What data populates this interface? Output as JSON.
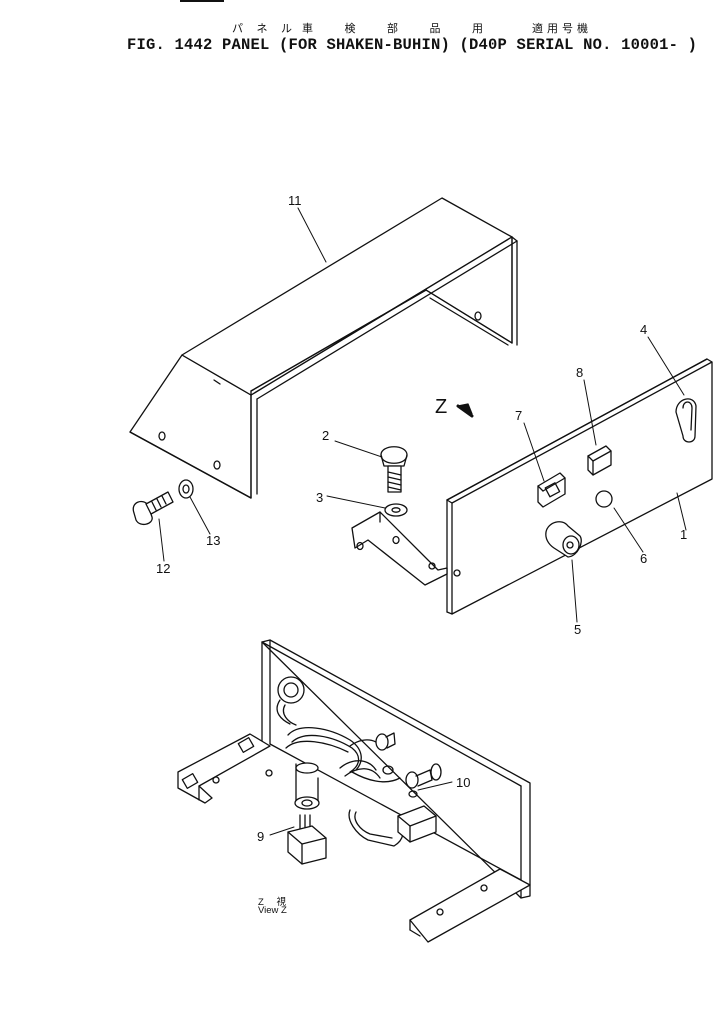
{
  "header": {
    "jp_panel": "パ ネ ル",
    "jp_parts": "車 検 部 品 用",
    "jp_applicable": "適用号機",
    "title": "FIG. 1442  PANEL (FOR SHAKEN-BUHIN) (D40P SERIAL NO. 10001- )"
  },
  "view_label": {
    "jp": "Z 視",
    "en": "View Z"
  },
  "z_marker": "Z",
  "callouts": [
    "1",
    "2",
    "3",
    "4",
    "5",
    "6",
    "7",
    "8",
    "9",
    "10",
    "11",
    "12",
    "13"
  ],
  "colors": {
    "ink": "#111111",
    "paper": "#ffffff"
  }
}
